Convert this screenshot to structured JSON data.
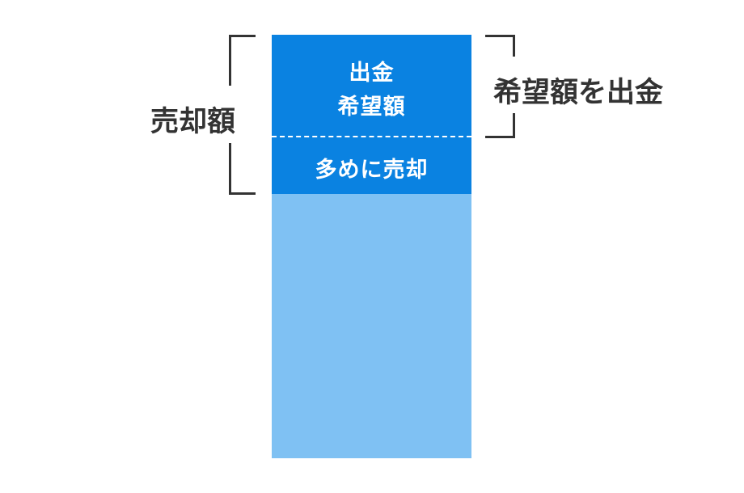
{
  "diagram": {
    "bar": {
      "withdraw_segment": {
        "line1": "出金",
        "line2": "希望額"
      },
      "extra_segment": {
        "label": "多めに売却"
      }
    },
    "left_bracket": {
      "label": "売却額"
    },
    "right_bracket": {
      "label": "希望額を出金"
    },
    "colors": {
      "dark_blue": "#0a82e1",
      "light_blue": "#7fc1f3",
      "text_dark": "#333333"
    }
  }
}
